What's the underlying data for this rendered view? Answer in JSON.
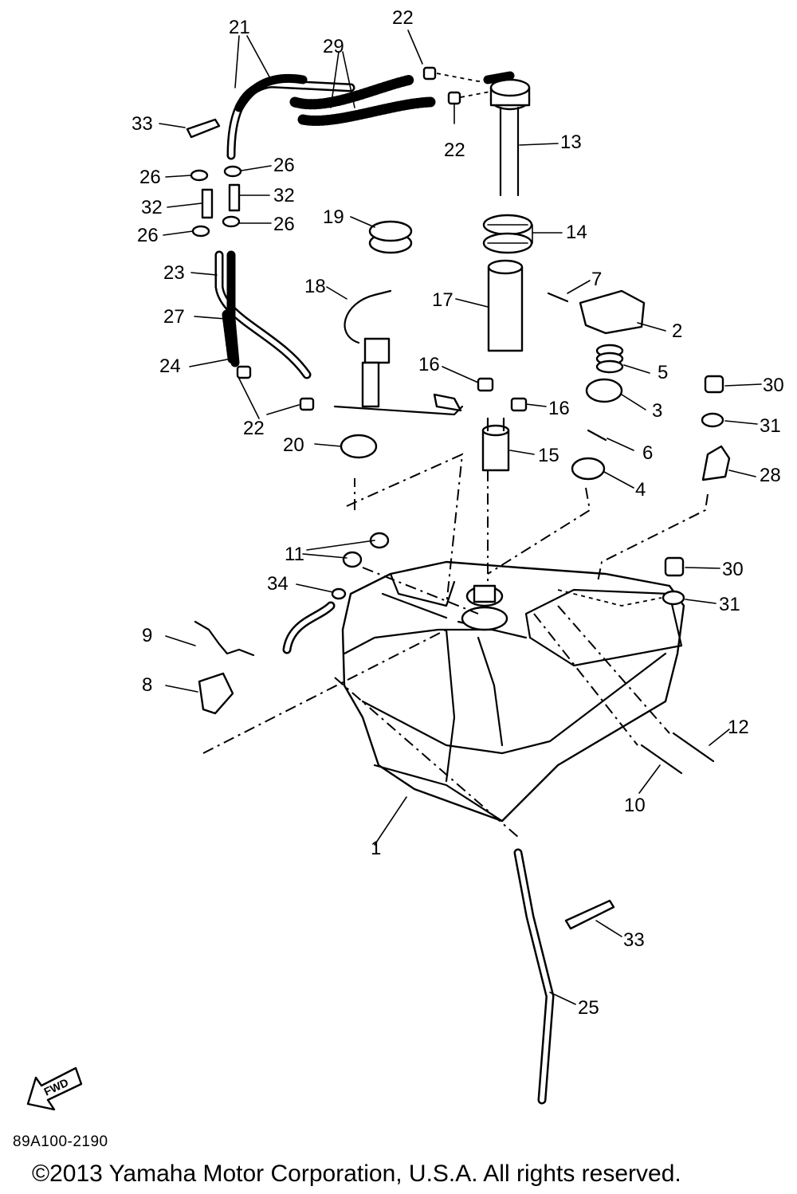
{
  "callouts": {
    "p1": "1",
    "p2": "2",
    "p3": "3",
    "p4": "4",
    "p5": "5",
    "p6": "6",
    "p7": "7",
    "p8": "8",
    "p9": "9",
    "p10": "10",
    "p11": "11",
    "p12": "12",
    "p13": "13",
    "p14": "14",
    "p15": "15",
    "p16a": "16",
    "p16b": "16",
    "p17": "17",
    "p18": "18",
    "p19": "19",
    "p20": "20",
    "p21": "21",
    "p22a": "22",
    "p22b": "22",
    "p22c": "22",
    "p23": "23",
    "p24": "24",
    "p25": "25",
    "p26a": "26",
    "p26b": "26",
    "p26c": "26",
    "p26d": "26",
    "p27": "27",
    "p28": "28",
    "p29": "29",
    "p30a": "30",
    "p30b": "30",
    "p31a": "31",
    "p31b": "31",
    "p32a": "32",
    "p32b": "32",
    "p33a": "33",
    "p33b": "33",
    "p34": "34"
  },
  "fwd_label": "FWD",
  "footer": {
    "diagram_code": "89A100-2190",
    "copyright": "©2013 Yamaha Motor Corporation, U.S.A. All rights reserved."
  }
}
